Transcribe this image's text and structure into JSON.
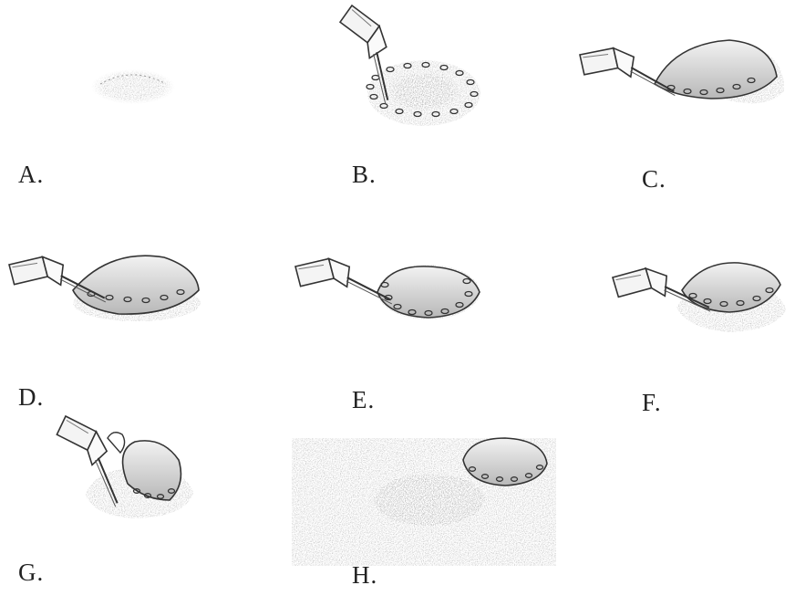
{
  "panels": [
    {
      "id": "A",
      "label": "A."
    },
    {
      "id": "B",
      "label": "B."
    },
    {
      "id": "C",
      "label": "C."
    },
    {
      "id": "D",
      "label": "D."
    },
    {
      "id": "E",
      "label": "E."
    },
    {
      "id": "F",
      "label": "F."
    },
    {
      "id": "G",
      "label": "G."
    },
    {
      "id": "H",
      "label": "H."
    }
  ],
  "colors": {
    "ink": "#333333",
    "skin_shade": "#9a9a9a",
    "lesion_dark": "#4a4a4a",
    "background_speckle": "#c8c8c8"
  },
  "icons": [
    "scalpel-icon",
    "skin-flap-icon",
    "incision-dots-icon",
    "wound-bed-icon"
  ]
}
